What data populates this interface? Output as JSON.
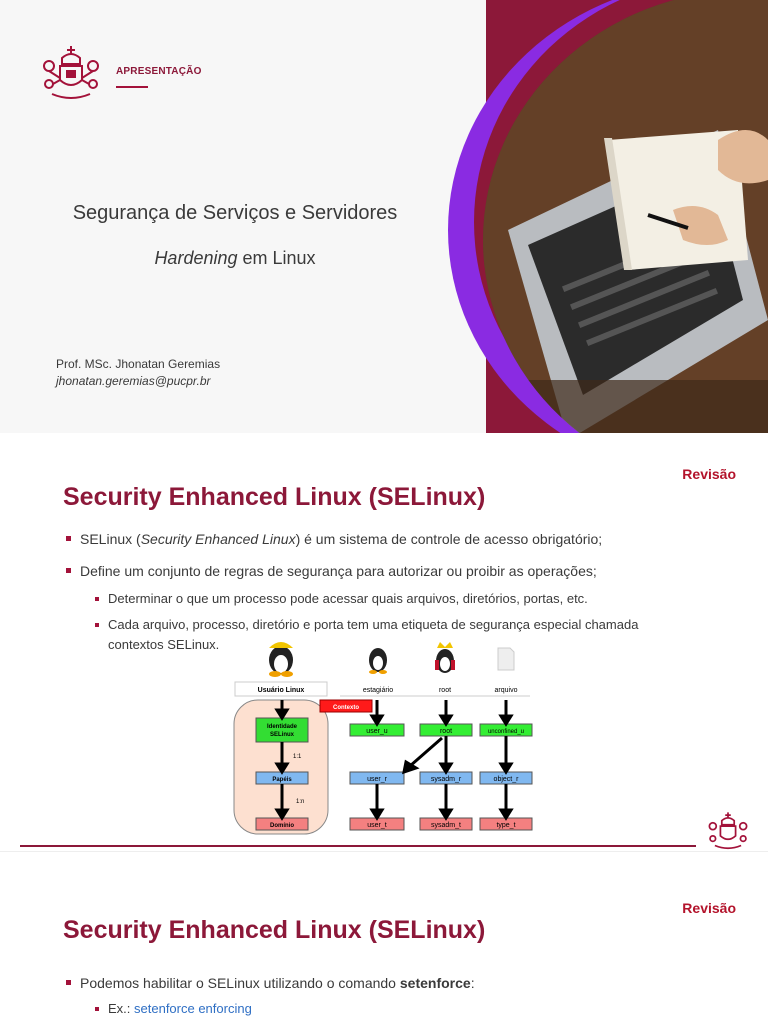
{
  "slide1": {
    "label": "APRESENTAÇÃO",
    "title": "Segurança de Serviços e Servidores",
    "subtitle_italic": "Hardening",
    "subtitle_rest": " em Linux",
    "professor": "Prof. MSc. Jhonatan Geremias",
    "email": "jhonatan.geremias@pucpr.br",
    "colors": {
      "accent": "#8c1839",
      "purple": "#8a2be2"
    }
  },
  "slide2": {
    "tag": "Revisão",
    "heading": "Security Enhanced Linux (SELinux)",
    "bullet1_pre": "SELinux (",
    "bullet1_italic": "Security Enhanced Linux",
    "bullet1_post": ") é um sistema de controle de acesso obrigatório;",
    "bullet2": "Define um conjunto de regras de segurança para autorizar ou proibir as operações;",
    "sub1": "Determinar o que um processo pode acessar quais arquivos, diretórios, portas, etc.",
    "sub2_line1": "Cada arquivo, processo, diretório e porta tem uma etiqueta de segurança especial chamada",
    "sub2_line2": "contextos SELinux.",
    "diagram": {
      "usuario": "Usuário Linux",
      "contexto": "Contexto",
      "identidade": "Identidade SELinux",
      "papeis": "Papéis",
      "dominio": "Domínio",
      "r11": "1:1",
      "r1n": "1:n",
      "cols": [
        "estagiário",
        "root",
        "arquivo"
      ],
      "row_u": [
        "user_u",
        "root",
        "unconfined_u"
      ],
      "row_r": [
        "user_r",
        "sysadm_r",
        "object_r"
      ],
      "row_t": [
        "user_t",
        "sysadm_t",
        "type_t"
      ]
    }
  },
  "slide3": {
    "tag": "Revisão",
    "heading": "Security Enhanced Linux (SELinux)",
    "bullet1_pre": "Podemos habilitar o SELinux utilizando o comando ",
    "bullet1_bold": "setenforce",
    "bullet1_post": ":",
    "ex_label": "Ex.: ",
    "ex_cmd": "setenforce enforcing"
  }
}
